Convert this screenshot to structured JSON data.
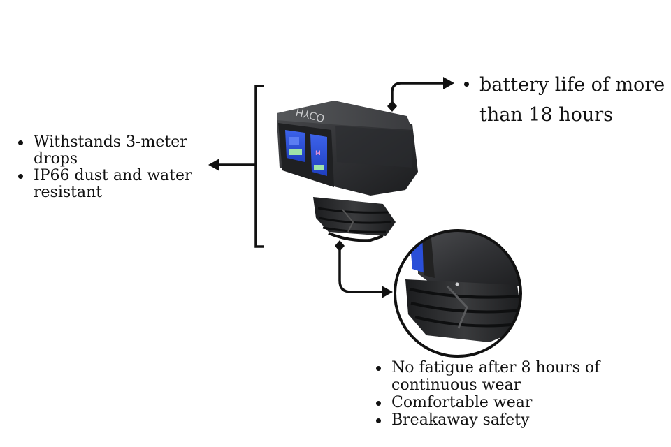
{
  "product": {
    "brand": "HYCO"
  },
  "features_left": [
    "Withstands 3-meter drops",
    "IP66 dust and water resistant"
  ],
  "features_top": [
    "battery life of more than 18 hours"
  ],
  "features_bottom": [
    "No fatigue after 8 hours of continuous wear",
    "Comfortable wear",
    "Breakaway safety"
  ],
  "colors": {
    "text": "#111111",
    "device_body": "#2d2e30",
    "screen": "#2a4fd8",
    "background": "#ffffff"
  }
}
